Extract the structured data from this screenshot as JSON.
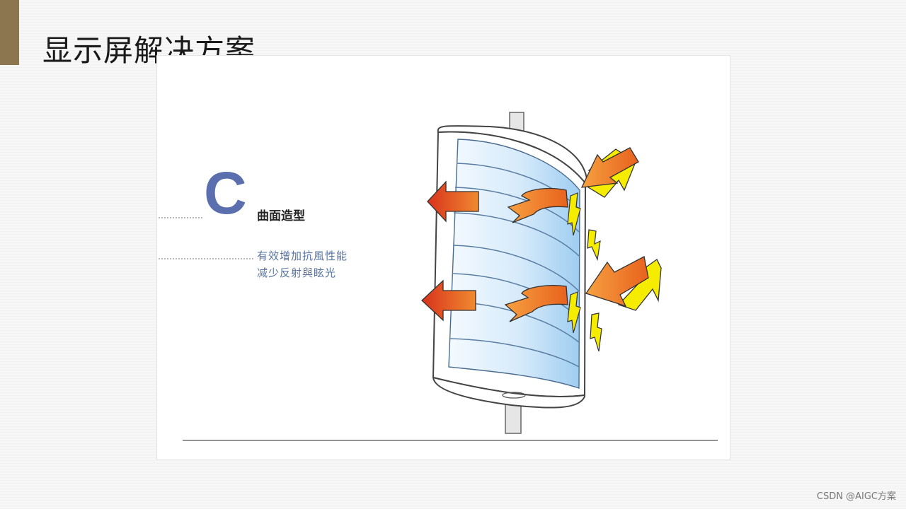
{
  "slide": {
    "title": "显示屏解决方案"
  },
  "figure": {
    "letter": "C",
    "feature_title": "曲面造型",
    "desc_lines": [
      "有效增加抗風性能",
      "减少反射與眩光"
    ]
  },
  "watermark": "CSDN @AIGC方案",
  "colors": {
    "accent": "#8b7650",
    "letter": "#5b6fae",
    "desc_text": "#5a74a0",
    "arrow_orange": "#e87a20",
    "arrow_red": "#d8321c",
    "arrow_yellow": "#f7ee00",
    "screen_blue": "#bfdcf5"
  }
}
